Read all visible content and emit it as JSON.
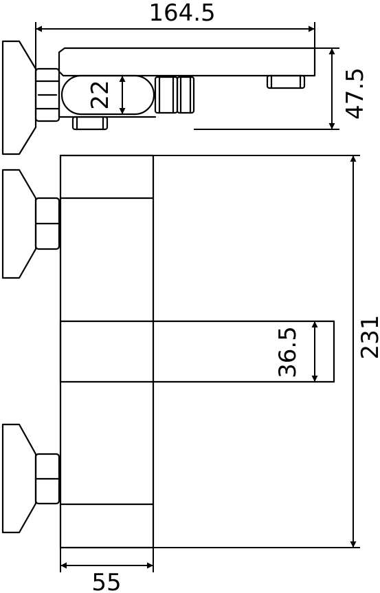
{
  "dimensions": {
    "width_top": "164.5",
    "height_top": "47.5",
    "handle_diameter": "22",
    "total_length": "231",
    "spout_width": "36.5",
    "body_depth": "55"
  }
}
